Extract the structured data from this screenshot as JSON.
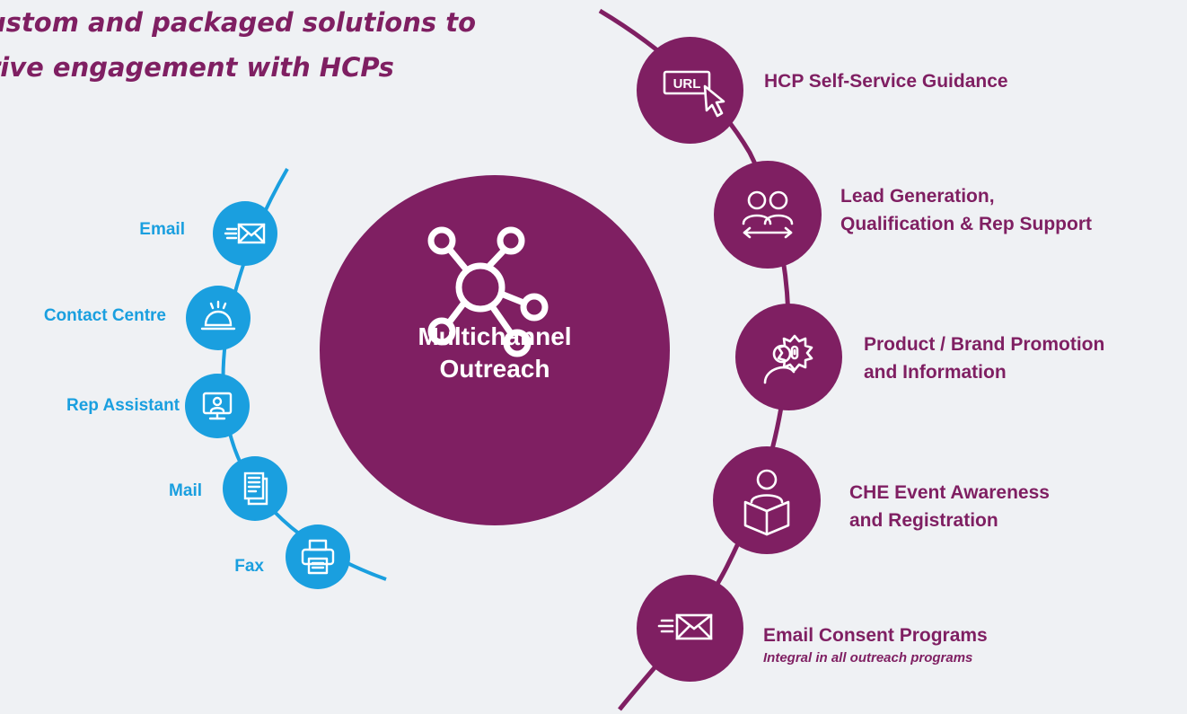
{
  "headline": [
    "ustom and packaged solutions to",
    "rive engagement with HCPs"
  ],
  "center": {
    "icon": "hub-network-icon",
    "lines": [
      "Multichannel",
      "Outreach"
    ]
  },
  "channels": [
    {
      "label": "Email",
      "icon": "email-icon"
    },
    {
      "label": "Contact Centre",
      "icon": "service-bell-icon"
    },
    {
      "label": "Rep Assistant",
      "icon": "rep-monitor-icon"
    },
    {
      "label": "Mail",
      "icon": "document-mail-icon"
    },
    {
      "label": "Fax",
      "icon": "fax-printer-icon"
    }
  ],
  "programs": [
    {
      "lines": [
        "HCP Self-Service Guidance"
      ],
      "icon": "url-cursor-icon"
    },
    {
      "lines": [
        "Lead Generation,",
        "Qualification & Rep Support"
      ],
      "icon": "people-exchange-icon"
    },
    {
      "lines": [
        "Product / Brand Promotion",
        "and Information"
      ],
      "icon": "person-badge-icon"
    },
    {
      "lines": [
        "CHE Event Awareness",
        "and Registration"
      ],
      "icon": "reader-book-icon"
    },
    {
      "lines": [
        "Email Consent Programs"
      ],
      "subtitle": "Integral in all outreach programs",
      "icon": "email-icon"
    }
  ],
  "colors": {
    "plum": "#7f1f62",
    "blue": "#1a9fdf",
    "background": "#eff1f4"
  }
}
